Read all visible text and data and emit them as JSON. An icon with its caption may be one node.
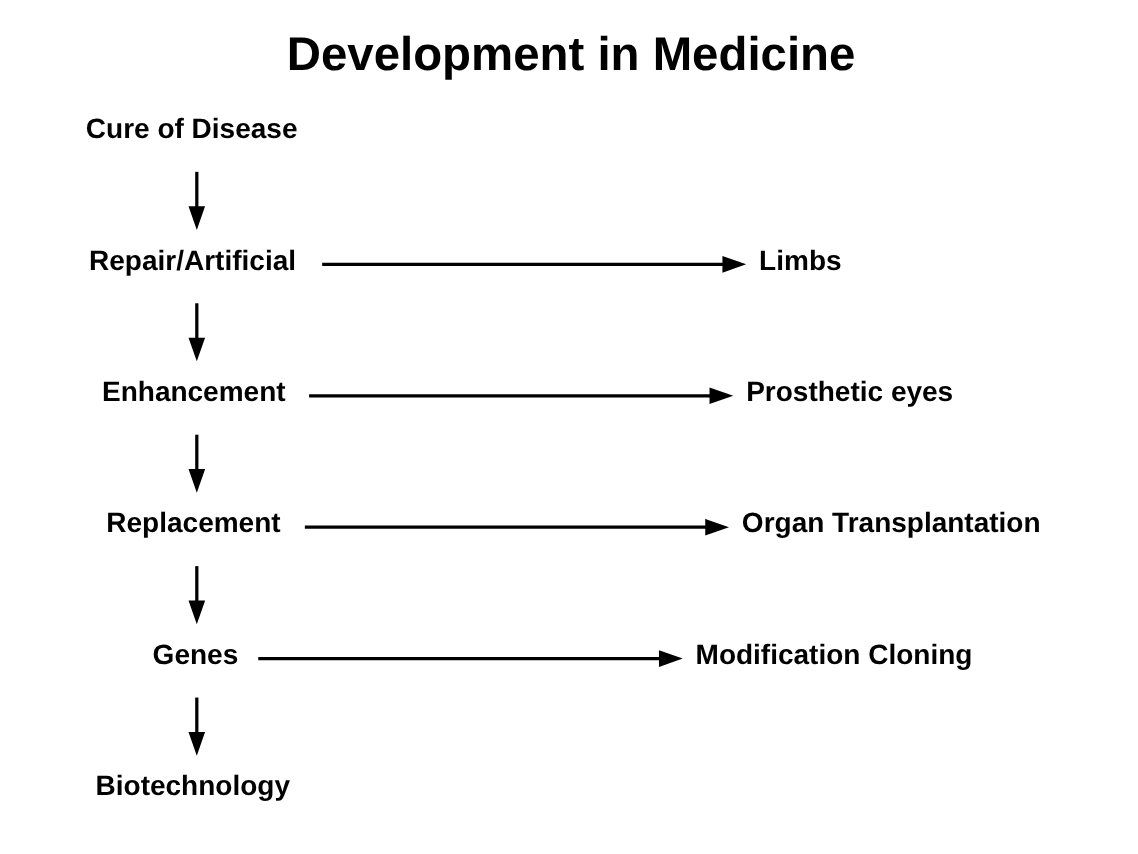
{
  "diagram": {
    "title": "Development in Medicine",
    "nodes": [
      {
        "text": [
          "Cure of Disease"
        ]
      },
      {
        "text": [
          "Repair/Artificial"
        ]
      },
      {
        "text": [
          "Enhancement"
        ]
      },
      {
        "text": [
          "Replacement"
        ]
      },
      {
        "text": [
          "Genes"
        ]
      },
      {
        "text": [
          "Biotechnology"
        ]
      },
      {
        "text": [
          "Limbs"
        ]
      },
      {
        "text": [
          "Prosthetic eyes"
        ]
      },
      {
        "text": [
          "Organ Transplantation"
        ]
      },
      {
        "text": [
          "Modification Cloning"
        ]
      }
    ],
    "edges": [
      {
        "from": 0,
        "to": 1,
        "arrow": "to"
      },
      {
        "from": 1,
        "to": 2,
        "arrow": "to"
      },
      {
        "from": 2,
        "to": 3,
        "arrow": "to"
      },
      {
        "from": 3,
        "to": 4,
        "arrow": "to"
      },
      {
        "from": 4,
        "to": 5,
        "arrow": "to"
      },
      {
        "from": 1,
        "to": 6,
        "arrow": "to"
      },
      {
        "from": 2,
        "to": 7,
        "arrow": "to"
      },
      {
        "from": 3,
        "to": 8,
        "arrow": "to"
      },
      {
        "from": 4,
        "to": 9,
        "arrow": "to"
      }
    ]
  }
}
